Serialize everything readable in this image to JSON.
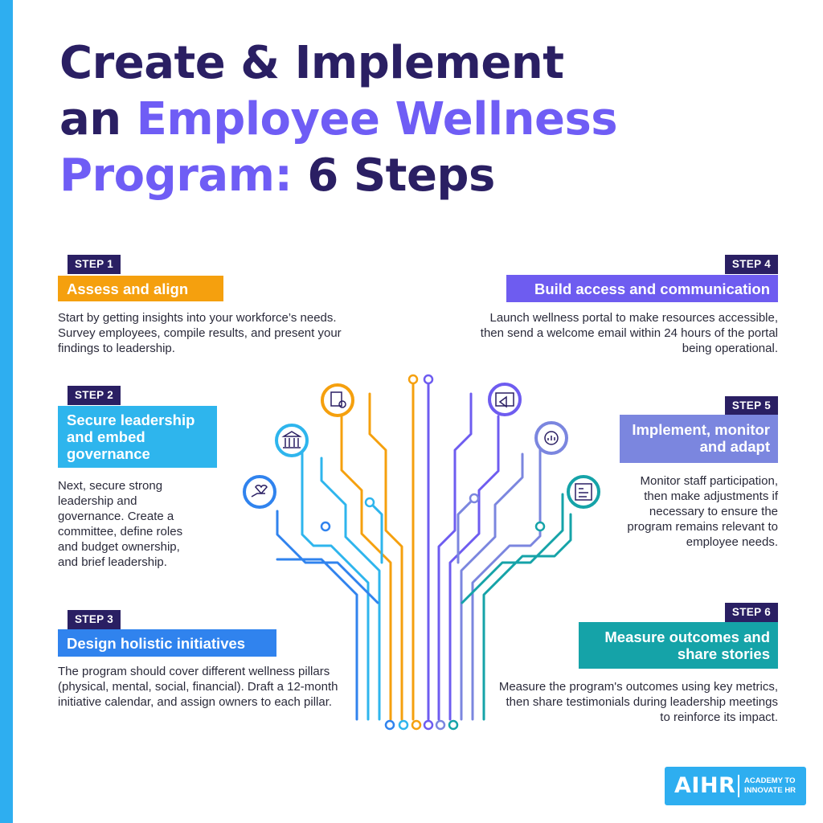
{
  "title": {
    "line1": "Create & Implement",
    "line2_prefix": "an ",
    "line2_accent": "Employee Wellness",
    "line3_accent": "Program: ",
    "line3_rest": "6 Steps"
  },
  "steps": [
    {
      "badge": "STEP 1",
      "heading": "Assess and align",
      "color": "#f5a00e",
      "description": "Start by getting insights into your workforce’s needs. Survey employees, compile results, and present your findings to leadership.",
      "icon": "document-check-icon"
    },
    {
      "badge": "STEP 2",
      "heading": "Secure leadership and embed governance",
      "color": "#2eb5ed",
      "description": "Next, secure strong leadership and governance. Create a committee, define roles and budget ownership, and brief leadership.",
      "icon": "government-building-icon"
    },
    {
      "badge": "STEP 3",
      "heading": "Design holistic initiatives",
      "color": "#3083ee",
      "description": "The program should cover different wellness pillars (physical, mental, social, financial). Draft a 12-month initiative calendar, and assign owners to each pillar.",
      "icon": "hand-heart-icon"
    },
    {
      "badge": "STEP 4",
      "heading": "Build access and communication",
      "color": "#6e5cf0",
      "description": "Launch wellness portal to make resources accessible, then send a welcome email within 24 hours of the portal being operational.",
      "icon": "megaphone-browser-icon"
    },
    {
      "badge": "STEP 5",
      "heading": "Implement, monitor and adapt",
      "color": "#7b86df",
      "description": "Monitor staff participation, then make adjustments if necessary to ensure the program remains relevant to employee needs.",
      "icon": "gear-chart-icon"
    },
    {
      "badge": "STEP 6",
      "heading": "Measure outcomes and share stories",
      "color": "#15a3a8",
      "description": "Measure the program's outcomes using key metrics, then share testimonials during leadership meetings to reinforce its impact.",
      "icon": "dashboard-report-icon"
    }
  ],
  "logo": {
    "brand": "AIHR",
    "tagline": "ACADEMY TO INNOVATE HR"
  },
  "colors": {
    "navy": "#2a1f63",
    "accent": "#6f5df5",
    "stripe": "#2eaef0"
  }
}
